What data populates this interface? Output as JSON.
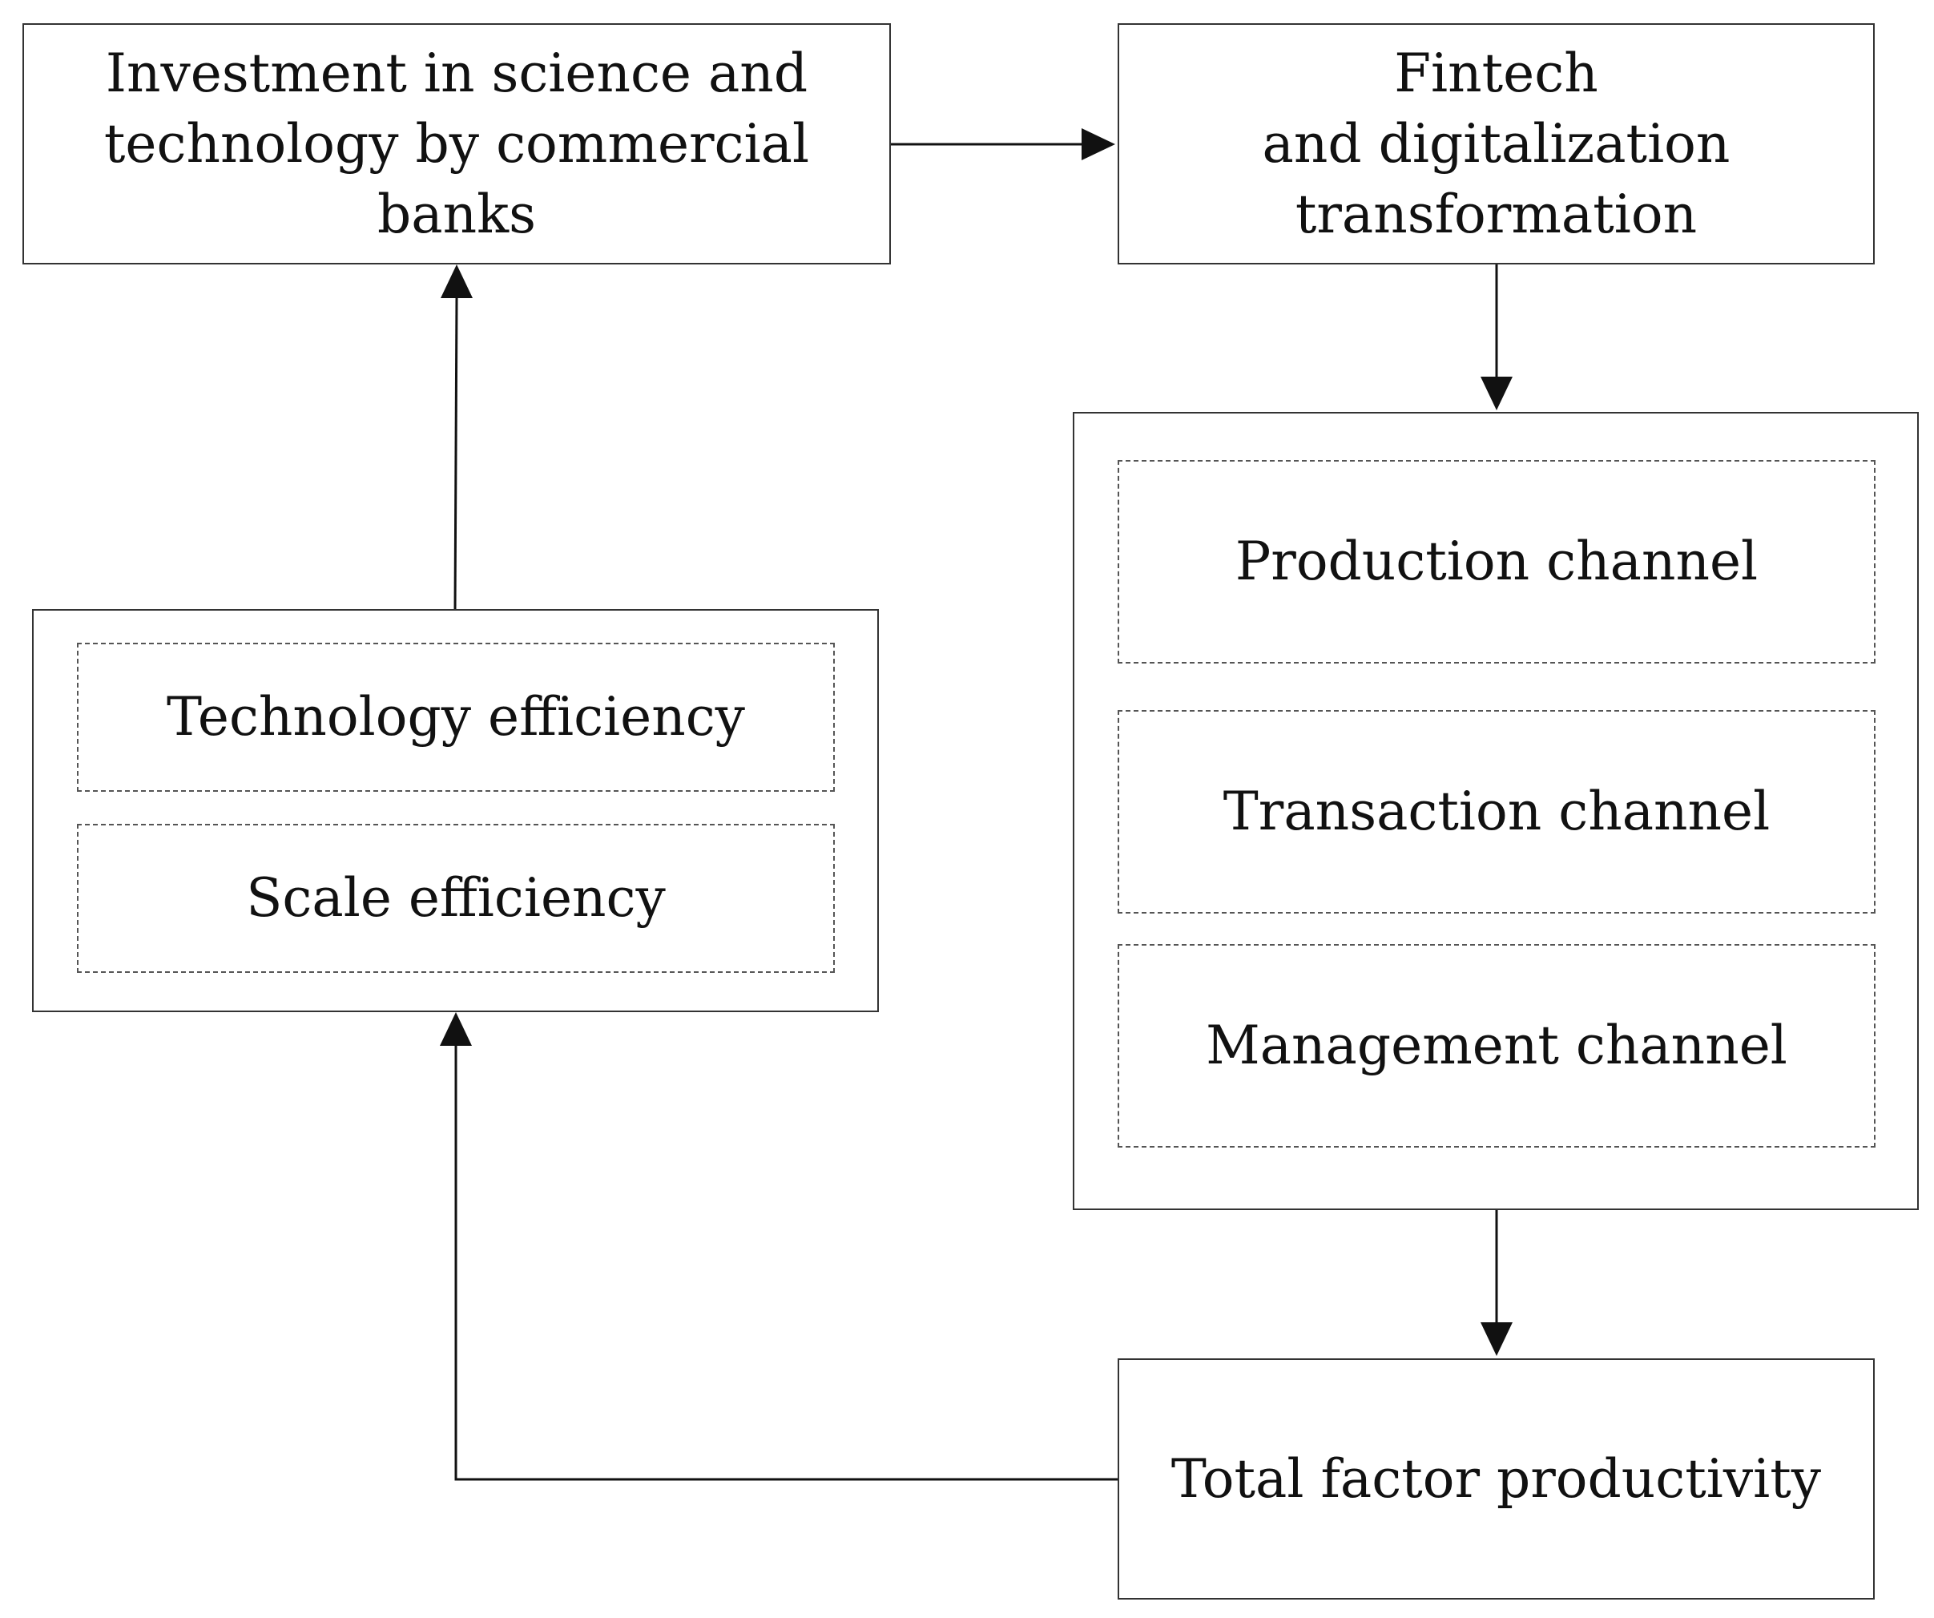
{
  "nodes": {
    "investment": {
      "label": "Investment in science and\ntechnology by commercial\nbanks"
    },
    "fintech": {
      "label": "Fintech\nand digitalization\ntransformation"
    },
    "channels": {
      "production": {
        "label": "Production channel"
      },
      "transaction": {
        "label": "Transaction channel"
      },
      "management": {
        "label": "Management channel"
      }
    },
    "efficiency": {
      "technology": {
        "label": "Technology efficiency"
      },
      "scale": {
        "label": "Scale efficiency"
      }
    },
    "tfp": {
      "label": "Total factor productivity"
    }
  },
  "edges": [
    {
      "from": "investment",
      "to": "fintech"
    },
    {
      "from": "fintech",
      "to": "channels"
    },
    {
      "from": "channels",
      "to": "tfp"
    },
    {
      "from": "tfp",
      "to": "efficiency"
    },
    {
      "from": "efficiency",
      "to": "investment"
    }
  ],
  "colors": {
    "line": "#111111",
    "border": "#333333"
  }
}
